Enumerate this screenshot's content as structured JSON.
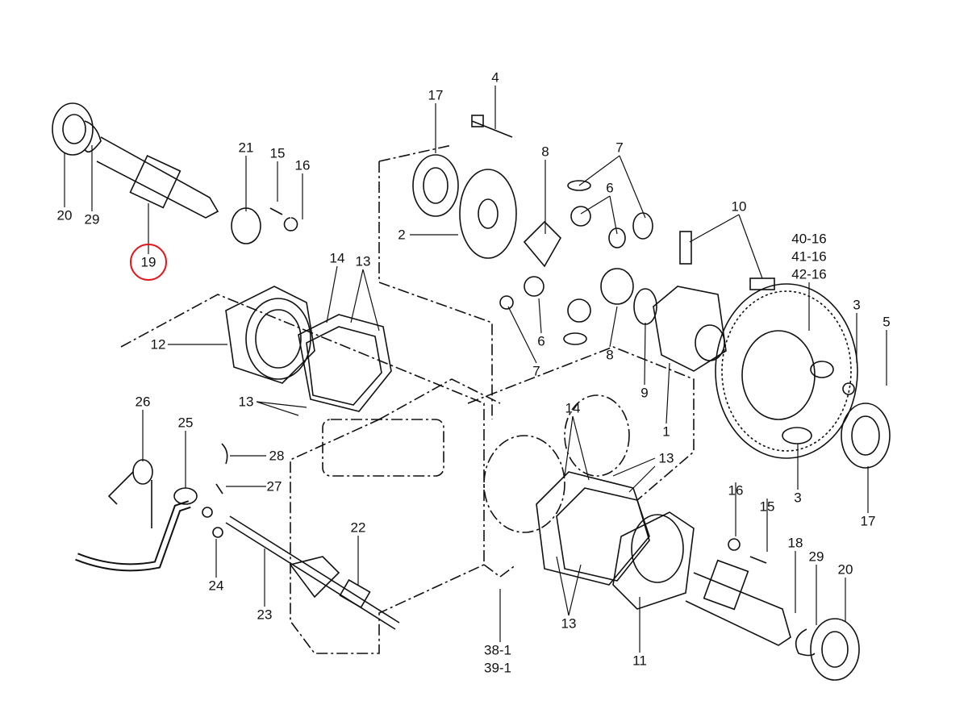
{
  "diagram": {
    "highlight_color": "#e0191f",
    "highlighted_part": "19",
    "labels": [
      "17",
      "4",
      "8",
      "7",
      "6",
      "10",
      "40-16",
      "41-16",
      "42-16",
      "3",
      "5",
      "2",
      "21",
      "15",
      "16",
      "20",
      "29",
      "19",
      "14",
      "13",
      "12",
      "13",
      "6",
      "7",
      "8",
      "9",
      "1",
      "26",
      "25",
      "28",
      "27",
      "22",
      "24",
      "23",
      "14",
      "13",
      "3",
      "17",
      "16",
      "15",
      "18",
      "29",
      "20",
      "13",
      "38-1",
      "39-1",
      "11"
    ]
  }
}
